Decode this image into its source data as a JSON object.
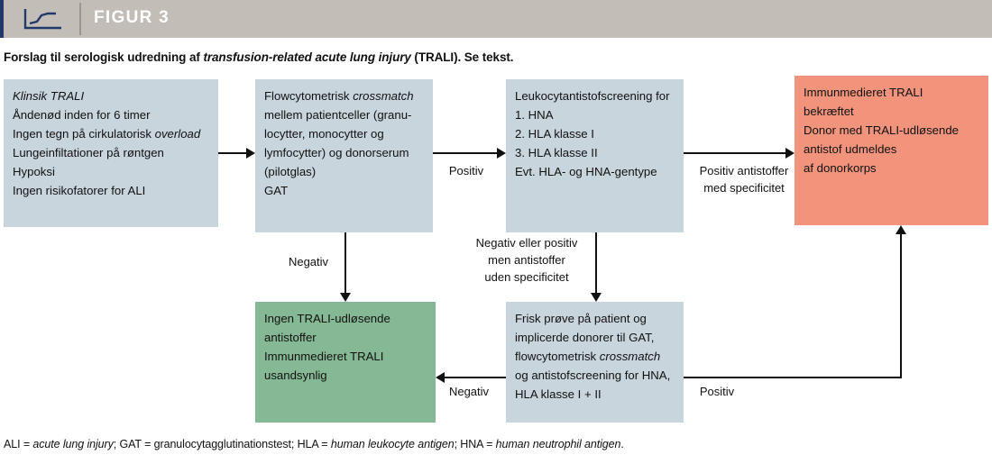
{
  "header": {
    "figure_label": "FIGUR 3",
    "icon": "line-chart-icon",
    "band_color": "#c3bdb7",
    "rule_color": "#22386b"
  },
  "caption": {
    "part1": "Forslag til serologisk udredning af ",
    "italic1": "transfusion-related acute lung injury",
    "part2": " (TRALI). Se tekst."
  },
  "footnote": {
    "p1": "ALI = ",
    "i1": "acute lung injury",
    "p2": "; GAT = granulocytagglutinationstest; HLA = ",
    "i2": "human leukocyte antigen",
    "p3": "; HNA = ",
    "i3": "human neutrophil antigen",
    "p4": "."
  },
  "colors": {
    "box_blue": "#c8d5dd",
    "box_green": "#85b894",
    "box_orange": "#f2937b",
    "line": "#111111"
  },
  "nodes": {
    "clinical": {
      "color": "#c8d5dd",
      "lines": [
        {
          "text": "Klinsik TRALI",
          "italic": true
        },
        {
          "text": "Åndenød inden for 6 timer",
          "italic": false
        },
        {
          "text": "Ingen tegn på cirkulatorisk overload",
          "italic": false,
          "trailing_italic": "overload"
        },
        {
          "text": "Lungeinfiltationer på røntgen",
          "italic": false
        },
        {
          "text": "Hypoksi",
          "italic": false
        },
        {
          "text": "Ingen risikofatorer for ALI",
          "italic": false
        }
      ]
    },
    "crossmatch": {
      "color": "#c8d5dd",
      "lines": [
        {
          "text": "Flowcytometrisk crossmatch"
        },
        {
          "text": "mellem patientceller (granu-"
        },
        {
          "text": "locytter, monocytter og"
        },
        {
          "text": "lymfocytter) og donorserum"
        },
        {
          "text": "(pilotglas)"
        },
        {
          "text": "GAT"
        }
      ]
    },
    "screening": {
      "color": "#c8d5dd",
      "lines": [
        {
          "text": "Leukocytantistofscreening for"
        },
        {
          "text": "1. HNA"
        },
        {
          "text": "2. HLA klasse I"
        },
        {
          "text": "3. HLA klasse II"
        },
        {
          "text": "Evt. HLA- og HNA-gentype"
        }
      ]
    },
    "confirmed": {
      "color": "#f2937b",
      "lines": [
        {
          "text": "Immunmedieret TRALI"
        },
        {
          "text": "bekræftet"
        },
        {
          "text": "Donor med TRALI-udløsende"
        },
        {
          "text": "antistof udmeldes"
        },
        {
          "text": "af donorkorps"
        }
      ]
    },
    "unlikely": {
      "color": "#85b894",
      "lines": [
        {
          "text": "Ingen TRALI-udløsende"
        },
        {
          "text": "antistoffer"
        },
        {
          "text": "Immunmedieret TRALI"
        },
        {
          "text": "usandsynlig"
        }
      ]
    },
    "fresh": {
      "color": "#c8d5dd",
      "lines": [
        {
          "text": "Frisk prøve på patient og"
        },
        {
          "text": "implicerde donorer til GAT,"
        },
        {
          "text": "flowcytometrisk crossmatch"
        },
        {
          "text": "og antistofscreening for HNA,"
        },
        {
          "text": "HLA klasse I + II"
        }
      ]
    }
  },
  "edges": {
    "positiv_1": "Positiv",
    "negativ_down": "Negativ",
    "positiv_antistoffer": "Positiv antistoffer\nmed specificitet",
    "positiv_antistoffer_l1": "Positiv antistoffer",
    "positiv_antistoffer_l2": "med specificitet",
    "negativ_or_positiv_l1": "Negativ eller positiv",
    "negativ_or_positiv_l2": "men antistoffer",
    "negativ_or_positiv_l3": "uden specificitet",
    "negativ_bottom": "Negativ",
    "positiv_bottom": "Positiv"
  }
}
